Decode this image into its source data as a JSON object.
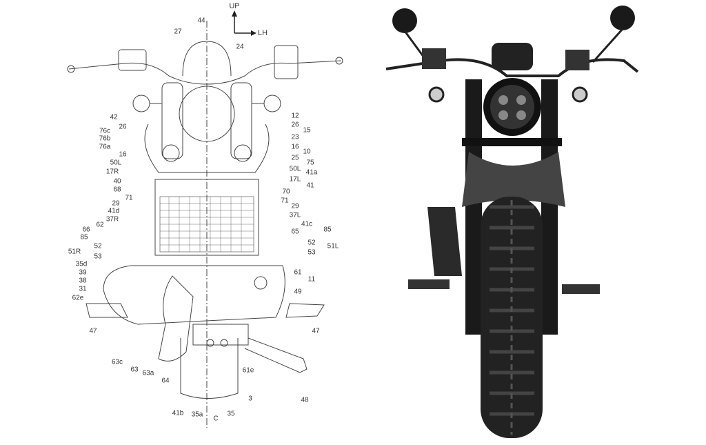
{
  "drawing": {
    "axis": {
      "up": "UP",
      "lh": "LH"
    },
    "labels": [
      "27",
      "44",
      "24",
      "42",
      "26",
      "76c",
      "76b",
      "76a",
      "16",
      "50L",
      "17R",
      "40",
      "68",
      "71",
      "29",
      "41d",
      "37R",
      "62",
      "66",
      "85",
      "51R",
      "52",
      "53",
      "35d",
      "39",
      "38",
      "31",
      "62e",
      "47",
      "12",
      "26",
      "15",
      "23",
      "16",
      "10",
      "25",
      "75",
      "50L",
      "41a",
      "17L",
      "41",
      "70",
      "71",
      "29",
      "37L",
      "41c",
      "65",
      "85",
      "52",
      "53",
      "51L",
      "61",
      "11",
      "49",
      "47",
      "63c",
      "63",
      "63a",
      "64",
      "61e",
      "3",
      "48",
      "41b",
      "35a",
      "C",
      "35"
    ]
  },
  "colors": {
    "line": "#444444",
    "bike": "#1a1a1a",
    "tire": "#222222",
    "chrome": "#9a9a9a"
  }
}
